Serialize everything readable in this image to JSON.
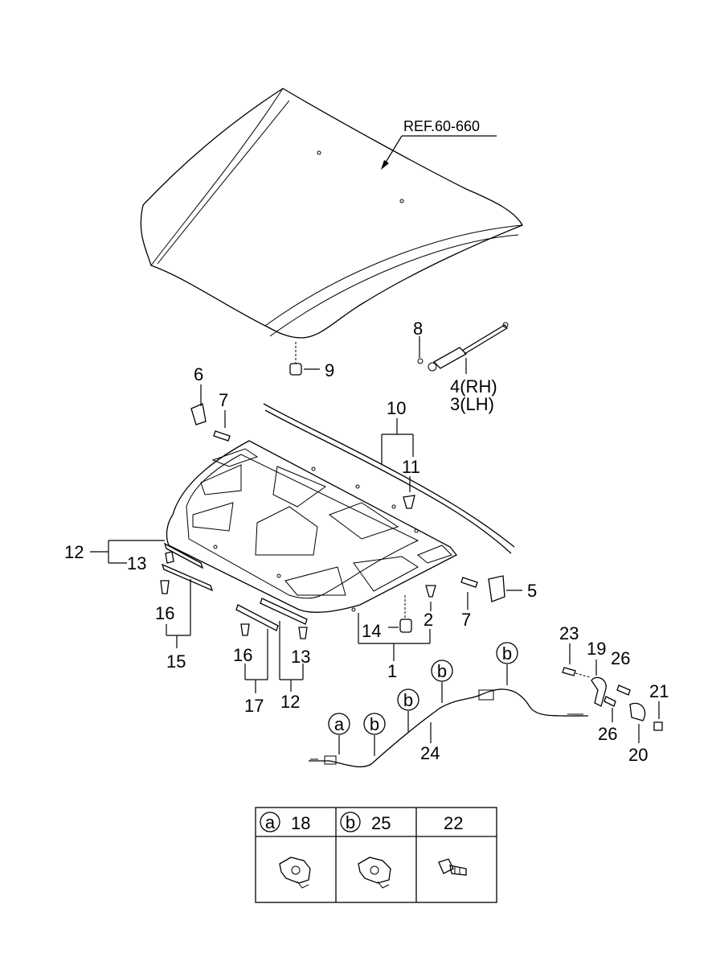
{
  "diagram": {
    "ref_label": "REF.60-660",
    "callouts": [
      {
        "id": "c8",
        "text": "8"
      },
      {
        "id": "c9",
        "text": "9"
      },
      {
        "id": "c4",
        "text": "4(RH)"
      },
      {
        "id": "c3",
        "text": "3(LH)"
      },
      {
        "id": "c6",
        "text": "6"
      },
      {
        "id": "c7a",
        "text": "7"
      },
      {
        "id": "c10",
        "text": "10"
      },
      {
        "id": "c11",
        "text": "11"
      },
      {
        "id": "c12a",
        "text": "12"
      },
      {
        "id": "c13a",
        "text": "13"
      },
      {
        "id": "c5",
        "text": "5"
      },
      {
        "id": "c16a",
        "text": "16"
      },
      {
        "id": "c15",
        "text": "15"
      },
      {
        "id": "c7b",
        "text": "7"
      },
      {
        "id": "c14",
        "text": "14"
      },
      {
        "id": "c2",
        "text": "2"
      },
      {
        "id": "c1",
        "text": "1"
      },
      {
        "id": "c16b",
        "text": "16"
      },
      {
        "id": "c13b",
        "text": "13"
      },
      {
        "id": "c17",
        "text": "17"
      },
      {
        "id": "c12b",
        "text": "12"
      },
      {
        "id": "c23",
        "text": "23"
      },
      {
        "id": "c19",
        "text": "19"
      },
      {
        "id": "c26a",
        "text": "26"
      },
      {
        "id": "c21",
        "text": "21"
      },
      {
        "id": "c26b",
        "text": "26"
      },
      {
        "id": "c20",
        "text": "20"
      },
      {
        "id": "c24",
        "text": "24"
      }
    ],
    "circle_markers": [
      {
        "id": "m1",
        "letter": "a"
      },
      {
        "id": "m2",
        "letter": "b"
      },
      {
        "id": "m3",
        "letter": "b"
      },
      {
        "id": "m4",
        "letter": "b"
      },
      {
        "id": "m5",
        "letter": "b"
      }
    ],
    "legend": {
      "cells": [
        {
          "letter": "a",
          "part": "18"
        },
        {
          "letter": "b",
          "part": "25"
        },
        {
          "letter": "",
          "part": "22"
        }
      ]
    }
  }
}
